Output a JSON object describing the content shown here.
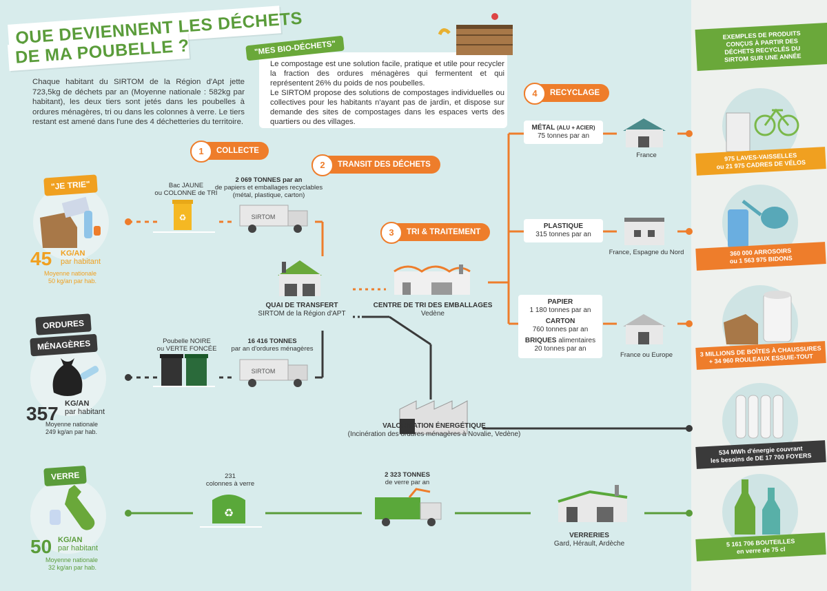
{
  "title": {
    "line1": "QUE DEVIENNENT LES DÉCHETS",
    "line2": "DE MA POUBELLE ?"
  },
  "intro": {
    "text": "Chaque habitant du SIRTOM de la Région d'Apt jette 723,5kg de déchets par an (Moyenne nationale : 582kg par habitant), les deux tiers sont jetés dans les poubelles à ordures ménagères, tri ou dans les colonnes à verre. Le tiers restant est amené dans l'une des 4 déchetteries du territoire."
  },
  "bio": {
    "tag": "\"MES BIO-DÉCHETS\"",
    "p1": "Le compostage est une solution facile, pratique et utile pour recycler la fraction des ordures ménagères qui fermentent et qui représentent 26% du poids de nos poubelles.",
    "p2": "Le SIRTOM propose des solutions de compostages individuelles ou collectives pour les habitants n'ayant pas de jardin, et dispose sur demande des sites de compostages dans les espaces verts des quartiers ou des villages."
  },
  "steps": {
    "s1": {
      "num": "1",
      "label": "COLLECTE"
    },
    "s2": {
      "num": "2",
      "label": "TRANSIT DES DÉCHETS"
    },
    "s3": {
      "num": "3",
      "label": "TRI & TRAITEMENT"
    },
    "s4": {
      "num": "4",
      "label": "RECYCLAGE"
    }
  },
  "categories": {
    "trie": {
      "label": "\"JE TRIE\"",
      "value": "45",
      "unit": "KG/AN",
      "per": "par habitant",
      "avg1": "Moyenne nationale",
      "avg2": "50 kg/an par hab.",
      "color": "#f0a020"
    },
    "om": {
      "label1": "ORDURES",
      "label2": "MÉNAGÈRES",
      "value": "357",
      "unit": "KG/AN",
      "per": "par habitant",
      "avg1": "Moyenne nationale",
      "avg2": "249 kg/an par hab.",
      "color": "#3a3a3a"
    },
    "verre": {
      "label": "VERRE",
      "value": "50",
      "unit": "KG/AN",
      "per": "par habitant",
      "avg1": "Moyenne nationale",
      "avg2": "32 kg/an par hab.",
      "color": "#5a9c3a"
    }
  },
  "collecte": {
    "bac_jaune": {
      "line1": "Bac JAUNE",
      "line2": "ou COLONNE de TRI"
    },
    "tonnes_tri": {
      "line1": "2 069 TONNES par an",
      "line2": "de papiers et emballages recyclables",
      "line3": "(métal, plastique, carton)"
    },
    "poubelle_noire": {
      "line1": "Poubelle NOIRE",
      "line2": "ou VERTE FONCÉE"
    },
    "tonnes_om": {
      "line1": "16 416 TONNES",
      "line2": "par an d'ordures ménagères"
    },
    "colonnes_verre": {
      "line1": "231",
      "line2": "colonnes à verre"
    },
    "tonnes_verre": {
      "line1": "2 323 TONNES",
      "line2": "de verre par an"
    },
    "truck_label": "SIRTOM"
  },
  "places": {
    "quai": {
      "title": "QUAI DE TRANSFERT",
      "sub": "SIRTOM de la Région d'APT"
    },
    "centre": {
      "title": "CENTRE DE TRI DES EMBALLAGES",
      "sub": "Vedène"
    },
    "valo": {
      "title": "VALORISATION ÉNERGÉTIQUE",
      "sub": "(Incinération des ordures ménagères à Novalie, Vedène)"
    },
    "verreries": {
      "title": "VERRERIES",
      "sub": "Gard, Hérault, Ardèche"
    }
  },
  "recyclage": {
    "metal": {
      "title": "MÉTAL",
      "detail": "(ALU + ACIER)",
      "qty": "75 tonnes par an",
      "dest": "France"
    },
    "plastique": {
      "title": "PLASTIQUE",
      "qty": "315 tonnes par an",
      "dest": "France, Espagne du Nord"
    },
    "papier": {
      "title": "PAPIER",
      "qty": "1 180 tonnes par an"
    },
    "carton": {
      "title": "CARTON",
      "qty": "760 tonnes par an"
    },
    "briques": {
      "title": "BRIQUES",
      "rest": "alimentaires",
      "qty": "20 tonnes par an",
      "dest": "France ou Europe"
    }
  },
  "products": {
    "header": {
      "line1": "EXEMPLES DE PRODUITS",
      "line2": "CONÇUS À PARTIR DES",
      "line3": "DÉCHETS RECYCLÉS DU",
      "line4": "SIRTOM SUR UNE ANNÉE"
    },
    "p1": {
      "line1": "975 LAVES-VAISSELLES",
      "line2": "ou 21 975 CADRES DE VÉLOS"
    },
    "p2": {
      "line1": "360 000 ARROSOIRS",
      "line2": "ou 1 563 975 BIDONS"
    },
    "p3": {
      "line1": "3 MILLIONS DE BOÎTES À CHAUSSURES",
      "line2": "+ 34 960 ROULEAUX ESSUIE-TOUT"
    },
    "p4": {
      "line1": "534 MWh d'énergie couvrant",
      "line2": "les besoins de DE 17 700 FOYERS"
    },
    "p5": {
      "line1": "5 161 706 BOUTEILLES",
      "line2": "en verre de 75 cl"
    }
  },
  "colors": {
    "orange": "#ee7d2b",
    "green": "#5a9c3a",
    "dark": "#3a3a3a",
    "bg": "#d8ecec"
  }
}
